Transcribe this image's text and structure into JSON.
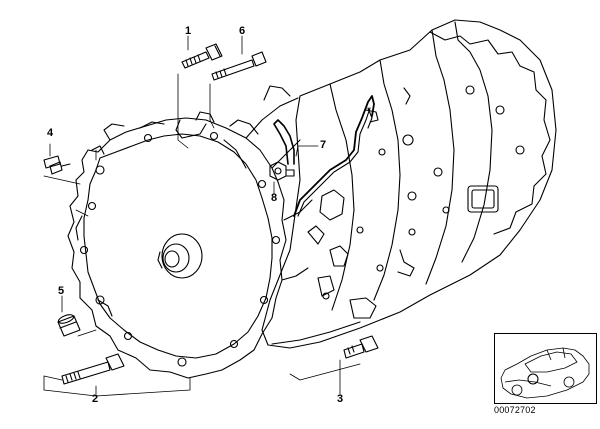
{
  "diagram": {
    "callouts": [
      {
        "id": "1",
        "label": "1"
      },
      {
        "id": "2",
        "label": "2"
      },
      {
        "id": "3",
        "label": "3"
      },
      {
        "id": "4",
        "label": "4"
      },
      {
        "id": "5",
        "label": "5"
      },
      {
        "id": "6",
        "label": "6"
      },
      {
        "id": "7",
        "label": "7"
      },
      {
        "id": "8",
        "label": "8"
      }
    ],
    "catalog_number": "00072702"
  }
}
